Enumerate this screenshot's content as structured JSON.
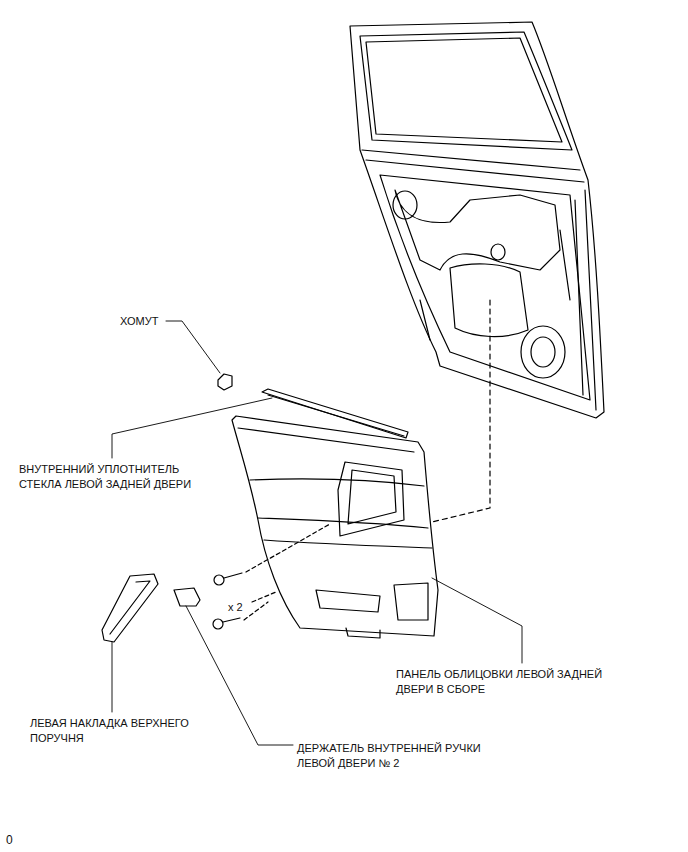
{
  "diagram": {
    "labels": [
      "ХОМУТ",
      "ВНУТРЕННИЙ УПЛОТНИТЕЛЬ СТЕКЛА ЛЕВОЙ ЗАДНЕЙ ДВЕРИ",
      "ПАНЕЛЬ ОБЛИЦОВКИ ЛЕВОЙ ЗАДНЕЙ ДВЕРИ В СБОРЕ",
      "ЛЕВАЯ НАКЛАДКА ВЕРХНЕГО ПОРУЧНЯ",
      "ДЕРЖАТЕЛЬ ВНУТРЕННЕЙ РУЧКИ ЛЕВОЙ ДВЕРИ № 2",
      "x 2",
      "0"
    ]
  }
}
